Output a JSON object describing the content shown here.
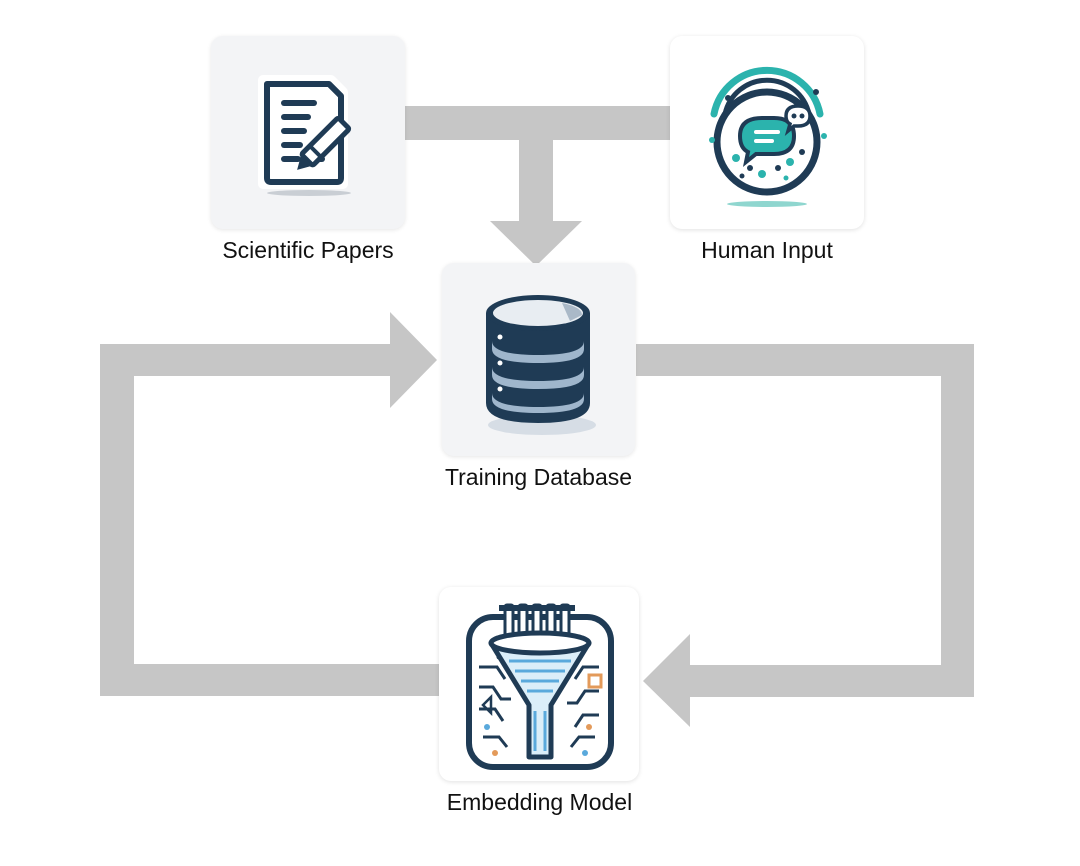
{
  "diagram": {
    "nodes": [
      {
        "id": "scientific-papers",
        "label": "Scientific Papers",
        "icon": "document-pen-icon"
      },
      {
        "id": "human-input",
        "label": "Human Input",
        "icon": "chat-bubbles-icon"
      },
      {
        "id": "training-database",
        "label": "Training Database",
        "icon": "database-icon"
      },
      {
        "id": "embedding-model",
        "label": "Embedding Model",
        "icon": "funnel-circuit-icon"
      }
    ],
    "edges": [
      {
        "from": "scientific-papers",
        "to": "training-database"
      },
      {
        "from": "human-input",
        "to": "training-database"
      },
      {
        "from": "training-database",
        "to": "embedding-model"
      },
      {
        "from": "embedding-model",
        "to": "training-database"
      }
    ],
    "colors": {
      "arrow": "#c6c6c6",
      "icon_dark": "#1f3b55",
      "icon_teal": "#2bb3ad",
      "icon_blue": "#5aa9dc"
    }
  }
}
